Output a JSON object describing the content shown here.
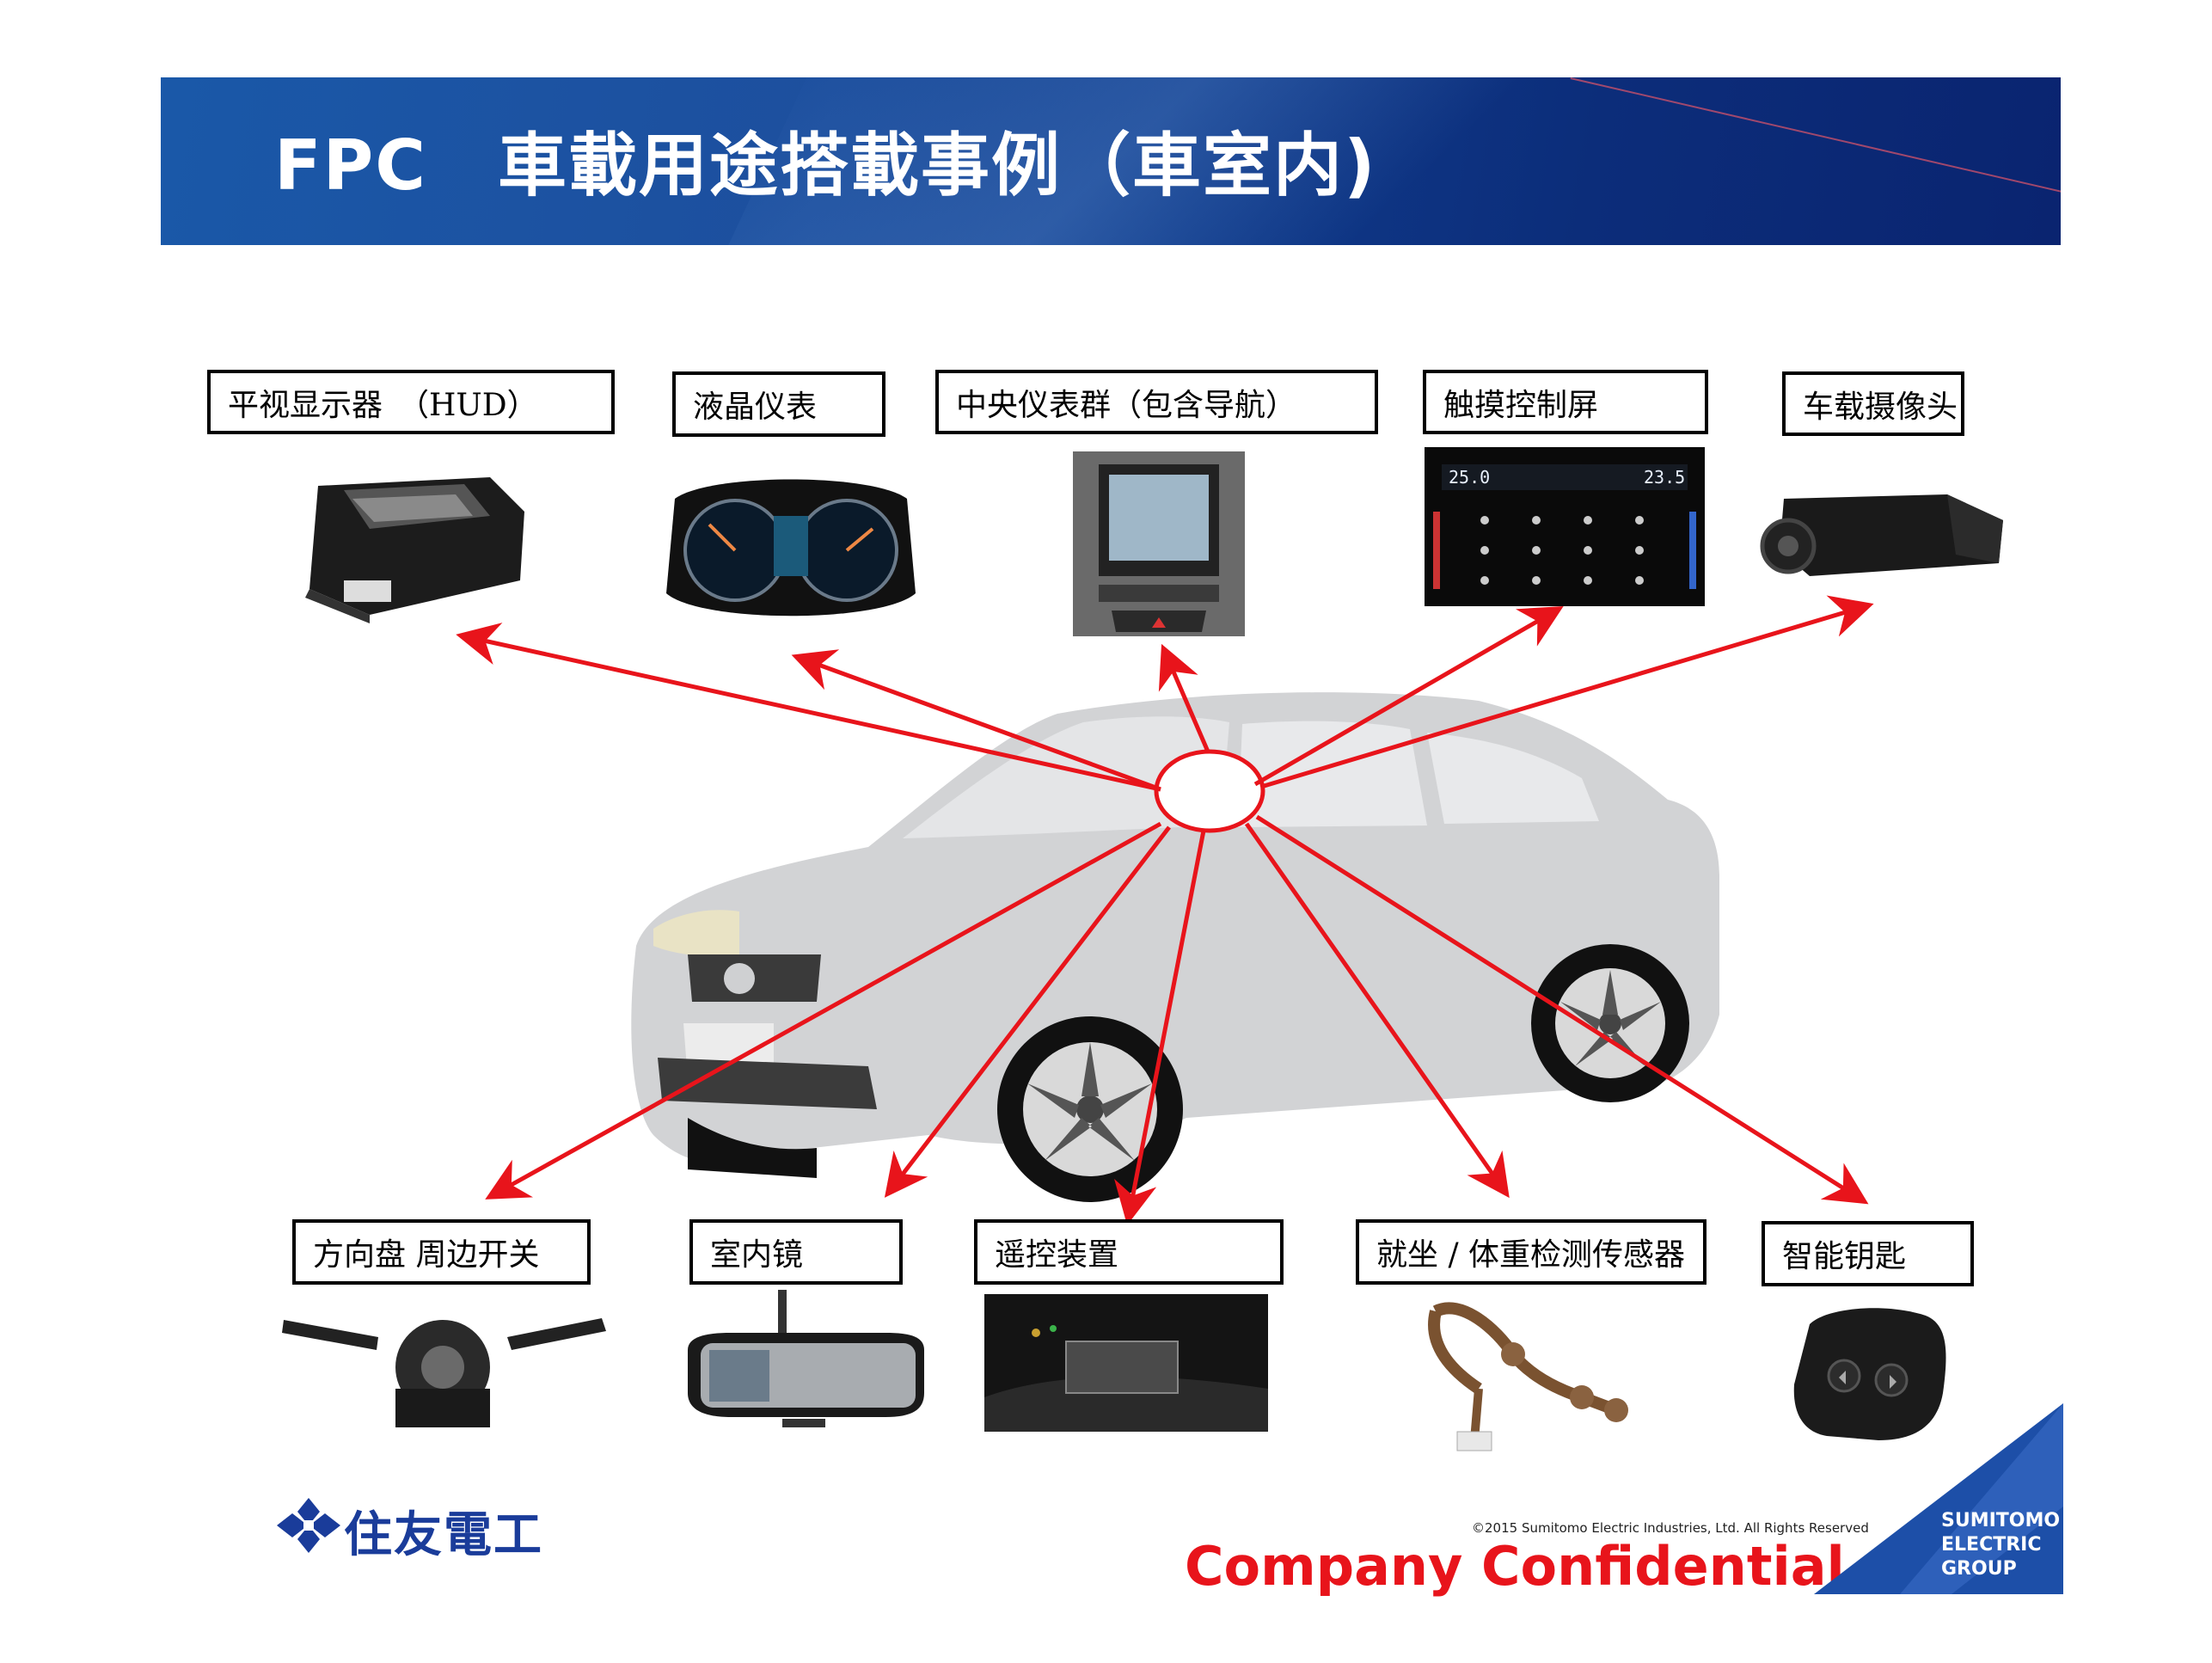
{
  "header": {
    "title": "FPC　車載用途搭載事例（車室内)"
  },
  "labels": {
    "hud": "平视显示器　（HUD）",
    "lcd_meter": "液晶仪表",
    "center_cluster": "中央仪表群（包含导航）",
    "touch_panel": "触摸控制屏",
    "camera": "车载摄像头",
    "steering_switch": "方向盘 周边开关",
    "mirror": "室内镜",
    "remote_control": "遥控装置",
    "seat_sensor": "就坐 / 体重检测传感器",
    "smart_key": "智能钥匙"
  },
  "touch_panel_readout": {
    "left_temp": "25.0",
    "right_temp": "23.5"
  },
  "footer": {
    "company_logo": "住友電工",
    "copyright": "©2015 Sumitomo Electric Industries, Ltd. All Rights Reserved",
    "confidential": "Company Confidential",
    "group_lines": [
      "SUMITOMO",
      "ELECTRIC",
      "GROUP"
    ]
  },
  "colors": {
    "header_blue": "#0c2d7a",
    "arrow_red": "#e8141b",
    "logo_blue": "#1a3c9a"
  }
}
